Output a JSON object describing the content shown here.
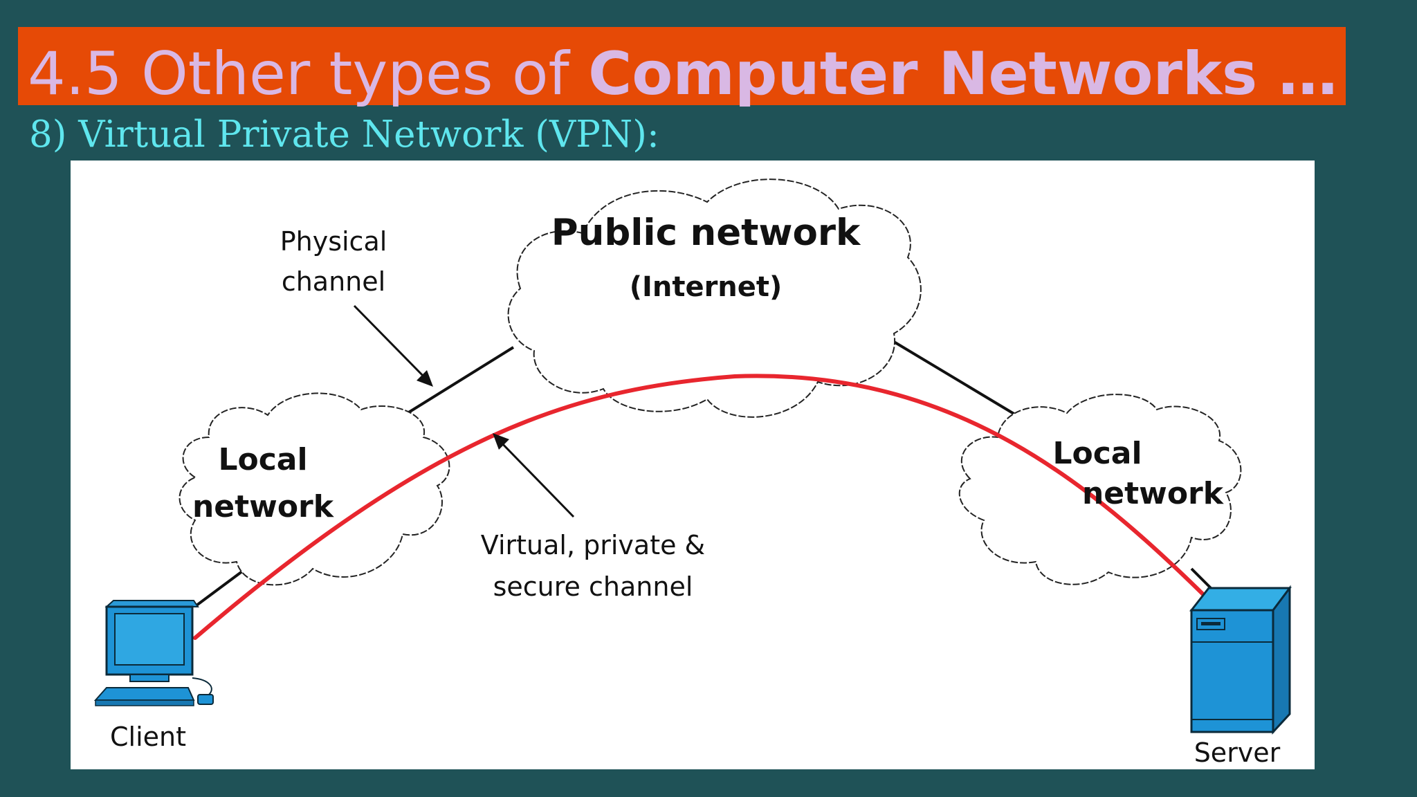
{
  "slide": {
    "title_prefix": "4.5 Other types of ",
    "title_bold": "Computer Networks …",
    "subtitle": "8) Virtual Private Network (VPN):"
  },
  "diagram": {
    "public_network_label": "Public network",
    "public_network_sublabel": "(Internet)",
    "local_network_left_line1": "Local",
    "local_network_left_line2": "network",
    "local_network_right_line1": "Local",
    "local_network_right_line2": "network",
    "physical_channel_line1": "Physical",
    "physical_channel_line2": "channel",
    "vpn_channel_line1": "Virtual, private &",
    "vpn_channel_line2": "secure channel",
    "client_label": "Client",
    "server_label": "Server"
  },
  "colors": {
    "background": "#1f5257",
    "title_bar": "#e64a06",
    "title_text": "#d9b8e4",
    "subtitle_text": "#5fe6ee",
    "vpn_line": "#e8262e",
    "device_blue": "#1e93d6"
  },
  "icons": [
    "cloud-icon",
    "computer-icon",
    "server-icon",
    "arrow-icon"
  ]
}
